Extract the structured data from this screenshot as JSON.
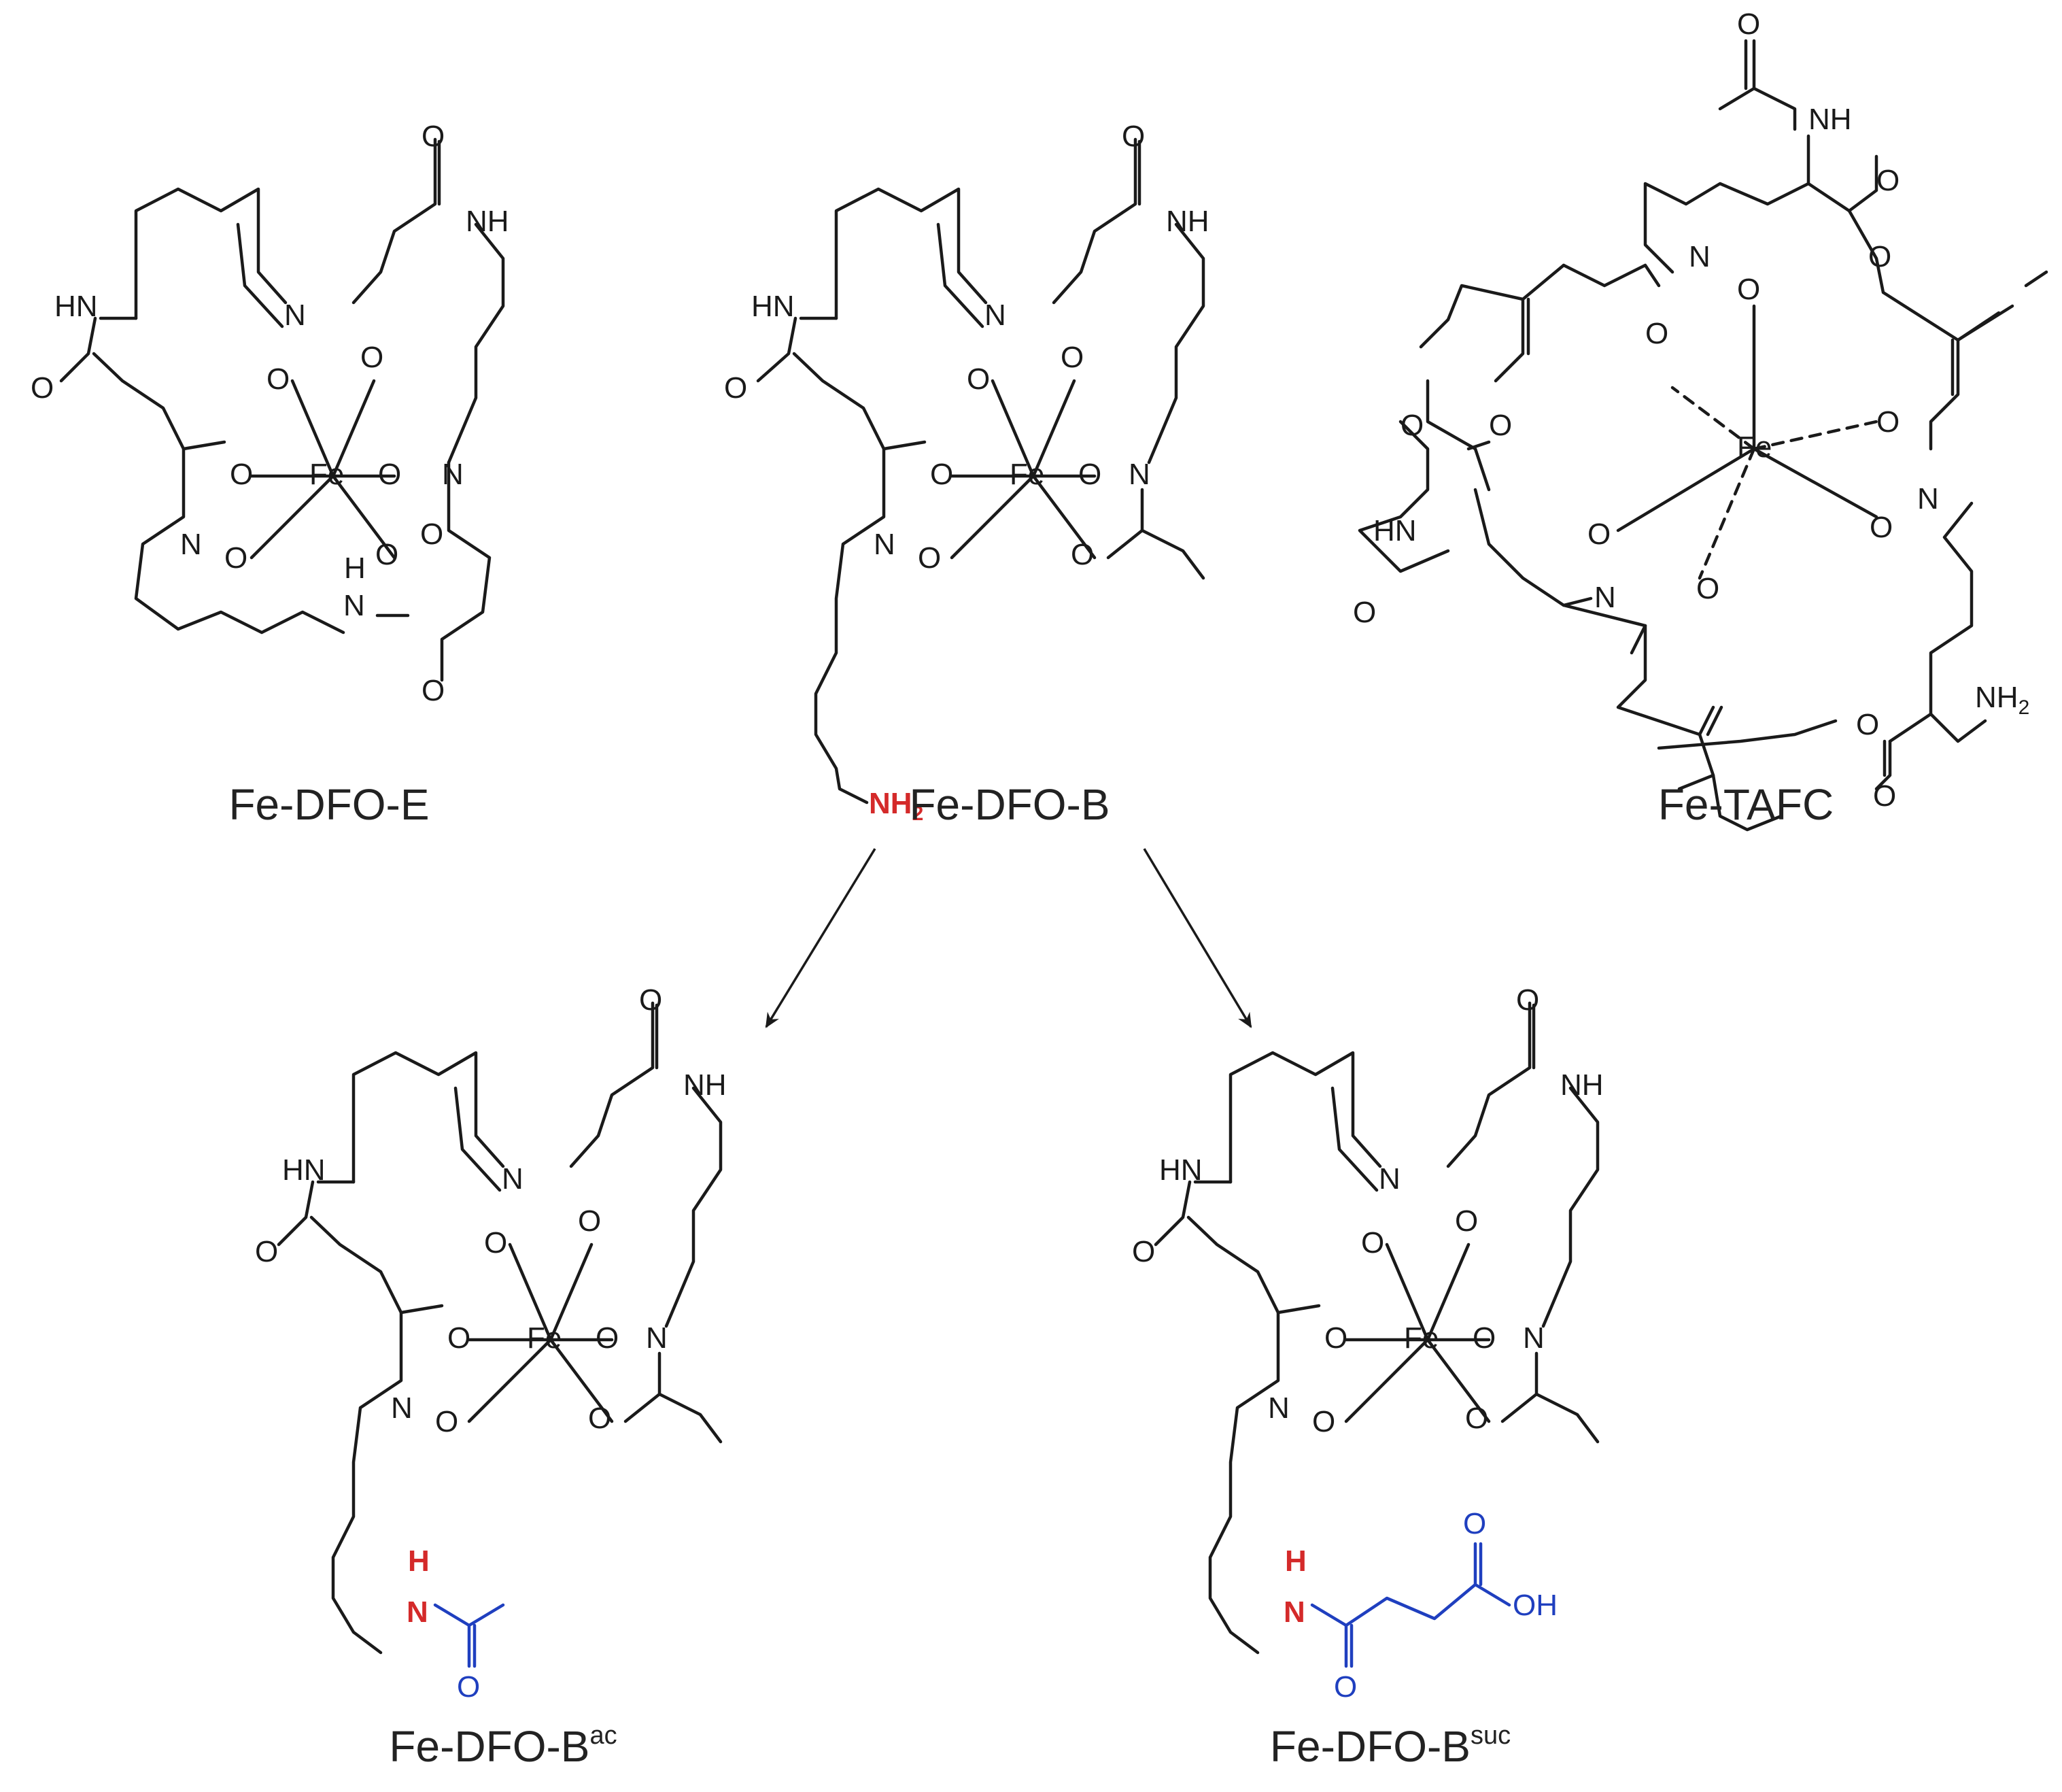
{
  "colors": {
    "ink": "#1a1a1a",
    "highlight_red": "#d42a2a",
    "modification_blue": "#1f3fbf"
  },
  "structures": {
    "dfo_e": {
      "caption": "Fe-DFO-E",
      "atoms": {
        "fe": "Fe",
        "o": "O",
        "n": "N",
        "nh": "NH",
        "hn": "HN",
        "h": "H"
      }
    },
    "dfo_b": {
      "caption": "Fe-DFO-B",
      "atoms": {
        "fe": "Fe",
        "o": "O",
        "n": "N",
        "nh": "NH",
        "hn": "HN",
        "nh2": "NH",
        "nh2_sub": "2"
      }
    },
    "tafc": {
      "caption": "Fe-TAFC",
      "atoms": {
        "fe": "Fe",
        "o": "O",
        "n": "N",
        "nh": "NH",
        "hn": "HN",
        "nh2": "NH",
        "nh2_sub": "2"
      }
    },
    "dfo_b_ac": {
      "caption_base": "Fe-DFO-B",
      "caption_sup": "ac",
      "atoms": {
        "fe": "Fe",
        "o": "O",
        "n": "N",
        "nh": "NH",
        "hn": "HN",
        "h": "H"
      }
    },
    "dfo_b_suc": {
      "caption_base": "Fe-DFO-B",
      "caption_sup": "suc",
      "atoms": {
        "fe": "Fe",
        "o": "O",
        "n": "N",
        "nh": "NH",
        "hn": "HN",
        "h": "H",
        "oh": "OH"
      }
    }
  }
}
